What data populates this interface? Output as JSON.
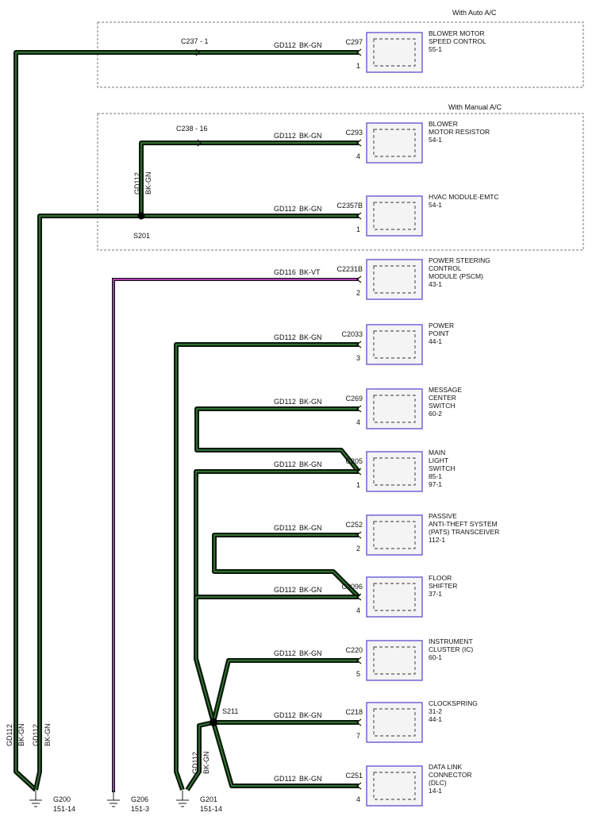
{
  "sections": {
    "auto": "With Auto A/C",
    "manual": "With Manual A/C"
  },
  "connectors": [
    {
      "id": "c297",
      "conn": "C297",
      "pin": "1",
      "circuit": "GD112",
      "color": "BK-GN",
      "label": [
        "BLOWER MOTOR",
        "SPEED CONTROL",
        "55-1"
      ]
    },
    {
      "id": "c293",
      "conn": "C293",
      "pin": "4",
      "circuit": "GD112",
      "color": "BK-GN",
      "label": [
        "BLOWER",
        "MOTOR RESISTOR",
        "54-1"
      ]
    },
    {
      "id": "c2357b",
      "conn": "C2357B",
      "pin": "1",
      "circuit": "GD112",
      "color": "BK-GN",
      "label": [
        "HVAC MODULE-EMTC",
        "54-1"
      ]
    },
    {
      "id": "c2231b",
      "conn": "C2231B",
      "pin": "2",
      "circuit": "GD116",
      "color": "BK-VT",
      "label": [
        "POWER STEERING",
        "CONTROL",
        "MODULE (PSCM)",
        "43-1"
      ]
    },
    {
      "id": "c2033",
      "conn": "C2033",
      "pin": "3",
      "circuit": "GD112",
      "color": "BK-GN",
      "label": [
        "POWER",
        "POINT",
        "44-1"
      ]
    },
    {
      "id": "c269",
      "conn": "C269",
      "pin": "4",
      "circuit": "GD112",
      "color": "BK-GN",
      "label": [
        "MESSAGE",
        "CENTER",
        "SWITCH",
        "60-2"
      ]
    },
    {
      "id": "c205",
      "conn": "C205",
      "pin": "1",
      "circuit": "GD112",
      "color": "BK-GN",
      "label": [
        "MAIN",
        "LIGHT",
        "SWITCH",
        "85-1",
        "97-1"
      ]
    },
    {
      "id": "c252",
      "conn": "C252",
      "pin": "2",
      "circuit": "GD112",
      "color": "BK-GN",
      "label": [
        "PASSIVE",
        "ANTI-THEFT SYSTEM",
        "(PATS) TRANSCEIVER",
        "112-1"
      ]
    },
    {
      "id": "c2096",
      "conn": "C2096",
      "pin": "4",
      "circuit": "GD112",
      "color": "BK-GN",
      "label": [
        "FLOOR",
        "SHIFTER",
        "37-1"
      ]
    },
    {
      "id": "c220",
      "conn": "C220",
      "pin": "5",
      "circuit": "GD112",
      "color": "BK-GN",
      "label": [
        "INSTRUMENT",
        "CLUSTER (IC)",
        "60-1"
      ]
    },
    {
      "id": "c218",
      "conn": "C218",
      "pin": "7",
      "circuit": "GD112",
      "color": "BK-GN",
      "label": [
        "CLOCKSPRING",
        "31-2",
        "44-1"
      ]
    },
    {
      "id": "c251",
      "conn": "C251",
      "pin": "4",
      "circuit": "GD112",
      "color": "BK-GN",
      "label": [
        "DATA LINK",
        "CONNECTOR",
        "(DLC)",
        "14-1"
      ]
    }
  ],
  "inline": {
    "c237": "C237  -  1",
    "c238": "C238  -  16"
  },
  "splices": {
    "s201": "S201",
    "s211": "S211"
  },
  "vertical_labels": {
    "s201_circuit": "GD112",
    "s201_color": "BK-GN",
    "g200_a_circuit": "GD112",
    "g200_a_color": "BK-GN",
    "g200_b_circuit": "GD112",
    "g200_b_color": "BK-GN",
    "g201_circuit": "GD112",
    "g201_color": "BK-GN"
  },
  "grounds": [
    {
      "id": "g200",
      "name": "G200",
      "ref": "151-14"
    },
    {
      "id": "g206",
      "name": "G206",
      "ref": "151-3"
    },
    {
      "id": "g201",
      "name": "G201",
      "ref": "151-14"
    }
  ]
}
